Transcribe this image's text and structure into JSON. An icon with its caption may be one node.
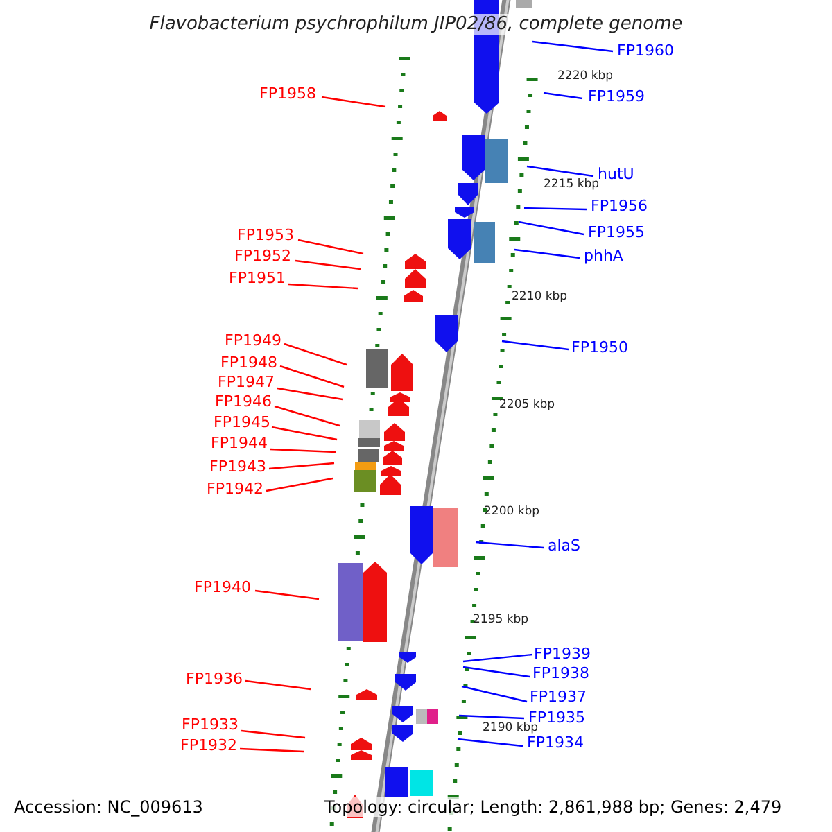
{
  "diagram": {
    "title": "Flavobacterium psychrophilum JIP02/86, complete genome",
    "nodes": [
      {
        "text": [
          "FP1960"
        ]
      },
      {
        "text": [
          "FP1958"
        ]
      },
      {
        "text": [
          "FP1959"
        ]
      },
      {
        "text": [
          "hutU"
        ]
      },
      {
        "text": [
          "FP1956"
        ]
      },
      {
        "text": [
          "FP1955"
        ]
      },
      {
        "text": [
          "FP1953"
        ]
      },
      {
        "text": [
          "phhA"
        ]
      },
      {
        "text": [
          "FP1952"
        ]
      },
      {
        "text": [
          "FP1951"
        ]
      },
      {
        "text": [
          "FP1949"
        ]
      },
      {
        "text": [
          "FP1950"
        ]
      },
      {
        "text": [
          "FP1948"
        ]
      },
      {
        "text": [
          "FP1947"
        ]
      },
      {
        "text": [
          "FP1946"
        ]
      },
      {
        "text": [
          "FP1945"
        ]
      },
      {
        "text": [
          "FP1944"
        ]
      },
      {
        "text": [
          "FP1943"
        ]
      },
      {
        "text": [
          "FP1942"
        ]
      },
      {
        "text": [
          "alaS"
        ]
      },
      {
        "text": [
          "FP1940"
        ]
      },
      {
        "text": [
          "FP1939"
        ]
      },
      {
        "text": [
          "FP1938"
        ]
      },
      {
        "text": [
          "FP1936"
        ]
      },
      {
        "text": [
          "FP1937"
        ]
      },
      {
        "text": [
          "FP1935"
        ]
      },
      {
        "text": [
          "FP1933"
        ]
      },
      {
        "text": [
          "FP1934"
        ]
      },
      {
        "text": [
          "FP1932"
        ]
      }
    ],
    "edges": [
      {
        "from": 0,
        "to": null,
        "arrow": "none",
        "color": "#0000ff"
      },
      {
        "from": 1,
        "to": null,
        "arrow": "none"
      },
      {
        "from": 2,
        "to": null,
        "arrow": "none",
        "color": "#0000ff"
      },
      {
        "from": 3,
        "to": null,
        "arrow": "none",
        "color": "#0000ff"
      },
      {
        "from": 4,
        "to": null,
        "arrow": "none",
        "color": "#0000ff"
      },
      {
        "from": 5,
        "to": null,
        "arrow": "none",
        "color": "#0000ff"
      },
      {
        "from": 6,
        "to": null,
        "arrow": "none"
      },
      {
        "from": 7,
        "to": null,
        "arrow": "none",
        "color": "#0000ff"
      },
      {
        "from": 8,
        "to": null,
        "arrow": "none"
      },
      {
        "from": 9,
        "to": null,
        "arrow": "none"
      },
      {
        "from": 10,
        "to": null,
        "arrow": "none"
      },
      {
        "from": 11,
        "to": null,
        "arrow": "none",
        "color": "#0000ff"
      },
      {
        "from": 12,
        "to": null,
        "arrow": "none"
      },
      {
        "from": 13,
        "to": null,
        "arrow": "none"
      },
      {
        "from": 14,
        "to": null,
        "arrow": "none"
      },
      {
        "from": 15,
        "to": null,
        "arrow": "none"
      },
      {
        "from": 16,
        "to": null,
        "arrow": "none"
      },
      {
        "from": 17,
        "to": null,
        "arrow": "none"
      },
      {
        "from": 18,
        "to": null,
        "arrow": "none"
      },
      {
        "from": 19,
        "to": null,
        "arrow": "none",
        "color": "#0000ff"
      },
      {
        "from": 20,
        "to": null,
        "arrow": "none"
      },
      {
        "from": 21,
        "to": null,
        "arrow": "none",
        "color": "#0000ff"
      },
      {
        "from": 22,
        "to": null,
        "arrow": "none",
        "color": "#0000ff"
      },
      {
        "from": 23,
        "to": null,
        "arrow": "none"
      },
      {
        "from": 24,
        "to": null,
        "arrow": "none",
        "color": "#0000ff"
      },
      {
        "from": 25,
        "to": null,
        "arrow": "none",
        "color": "#0000ff"
      },
      {
        "from": 26,
        "to": null,
        "arrow": "none"
      },
      {
        "from": 27,
        "to": null,
        "arrow": "none",
        "color": "#0000ff"
      },
      {
        "from": 28,
        "to": null,
        "arrow": "none"
      }
    ],
    "labels": [
      "2220 kbp",
      "2215 kbp",
      "2210 kbp",
      "2205 kbp",
      "2200 kbp",
      "2195 kbp",
      "2190 kbp",
      "Accession: NC_009613",
      "Topology: circular; Length: 2,861,988 bp; Genes: 2,479"
    ]
  }
}
